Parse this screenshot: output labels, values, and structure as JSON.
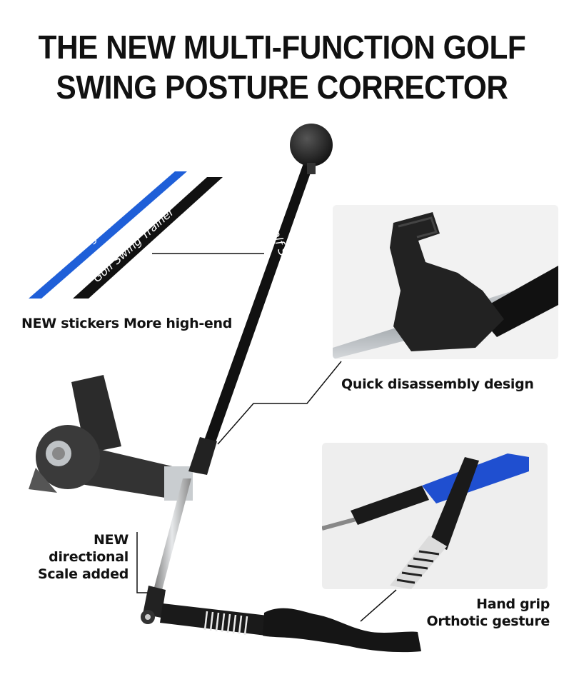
{
  "title": {
    "line1": "THE NEW MULTI-FUNCTION GOLF",
    "line2": "SWING POSTURE CORRECTOR"
  },
  "callouts": {
    "stickers": "NEW stickers More high-end",
    "quick": "Quick disassembly design",
    "directional_line1": "NEW directional",
    "directional_line2": "Scale added",
    "grip_line1": "Hand grip",
    "grip_line2": "Orthotic gesture"
  },
  "shaft_text": "Golf Swing Trainer",
  "colors": {
    "shaft_black": "#111111",
    "accent_blue": "#1f5fd8",
    "steel": "#b8bcc0"
  }
}
